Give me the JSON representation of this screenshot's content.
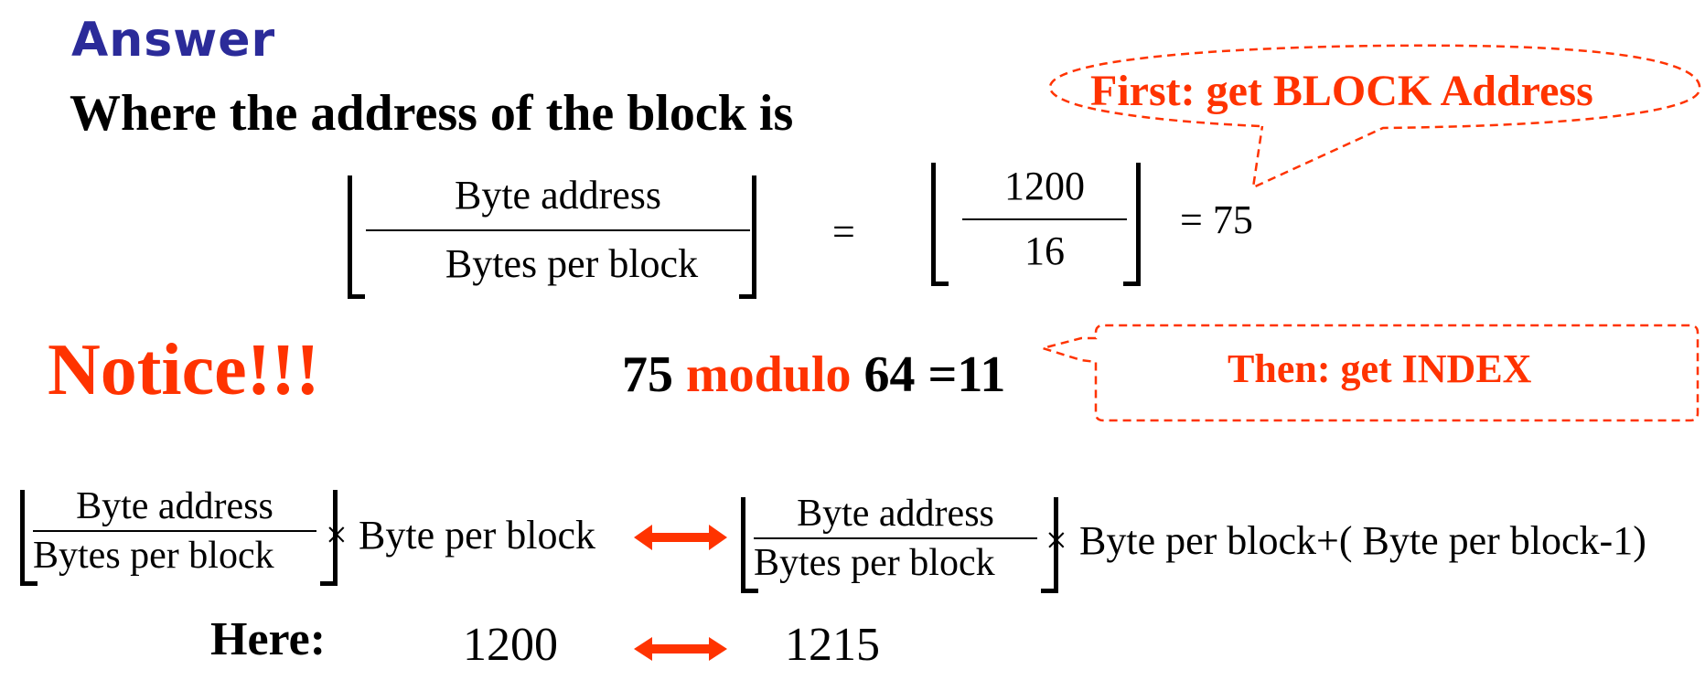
{
  "slide": {
    "title": "Answer",
    "subtitle": "Where the address of the block is",
    "colors": {
      "title_blue": "#2B2B99",
      "accent_red": "#FF3300",
      "text": "#000000"
    }
  },
  "formula_block_address": {
    "numerator": "Byte address",
    "denominator": "Bytes per block",
    "equals": "=",
    "value_numerator": "1200",
    "value_denominator": "16",
    "result": "= 75"
  },
  "callouts": {
    "first": "First: get BLOCK Address",
    "then": "Then: get INDEX"
  },
  "notice": {
    "label": "Notice!!!",
    "modulo_left": "75",
    "modulo_op": "modulo",
    "modulo_right": "64 =11"
  },
  "range_formula": {
    "left_numerator": "Byte address",
    "left_denominator": "Bytes per block",
    "left_times": "×",
    "left_suffix": "Byte per block",
    "arrow": "double-arrow-icon",
    "right_numerator": "Byte address",
    "right_denominator": "Bytes per block",
    "right_times": "×",
    "right_suffix": "Byte per block+( Byte per block-1)"
  },
  "example": {
    "label": "Here:",
    "start": "1200",
    "end": "1215"
  }
}
